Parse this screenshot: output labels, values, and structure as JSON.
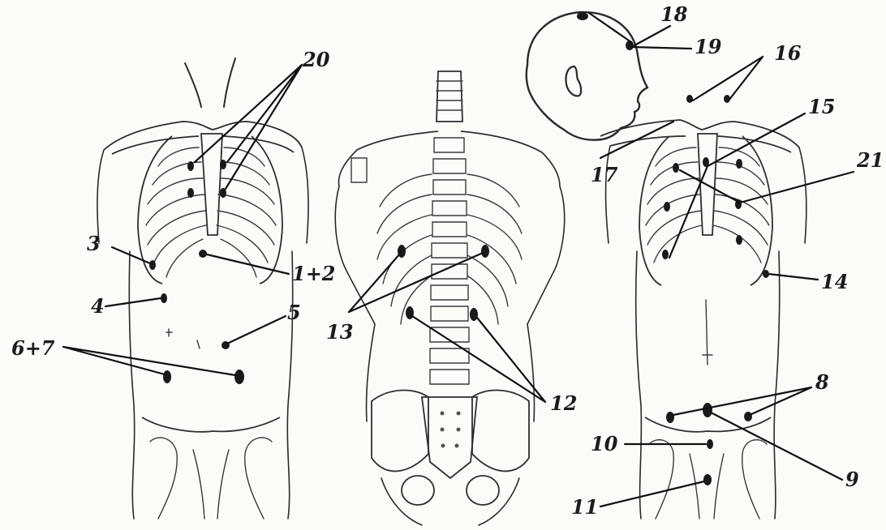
{
  "diagram": {
    "paper_color": "#fbfbf8",
    "ink_color": "#1c1c1c",
    "figures": [
      "anterior-torso",
      "posterior-torso",
      "head-profile-and-anterior-torso"
    ],
    "labels": {
      "l1": "20",
      "l2": "3",
      "l3": "1+2",
      "l4": "4",
      "l5": "5",
      "l6": "6+7",
      "l7": "13",
      "l8": "12",
      "l9": "18",
      "l10": "19",
      "l11": "16",
      "l12": "15",
      "l13": "17",
      "l14": "21",
      "l15": "14",
      "l16": "8",
      "l17": "10",
      "l18": "9",
      "l19": "11"
    }
  }
}
